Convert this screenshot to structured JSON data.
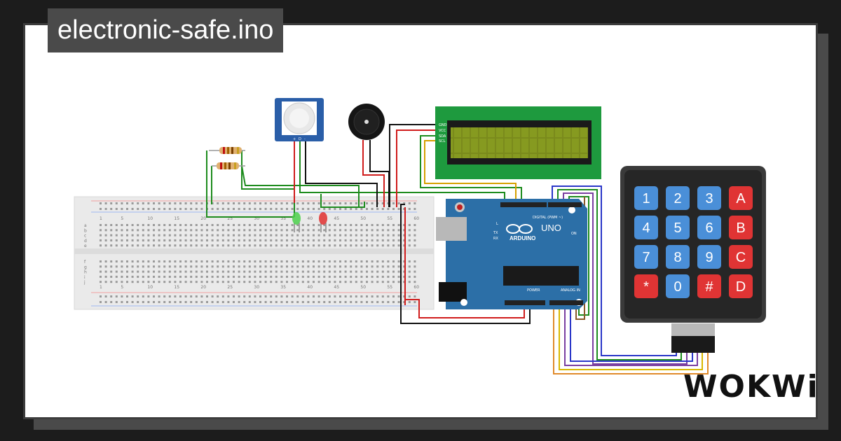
{
  "project": {
    "title": "electronic-safe.ino"
  },
  "brand": {
    "name": "WOKWi"
  },
  "keypad": {
    "keys": [
      "1",
      "2",
      "3",
      "A",
      "4",
      "5",
      "6",
      "B",
      "7",
      "8",
      "9",
      "C",
      "*",
      "0",
      "#",
      "D"
    ]
  },
  "arduino": {
    "model": "UNO",
    "brand": "ARDUINO",
    "digital_label": "DIGITAL (PWM ~)",
    "analog_label": "ANALOG IN",
    "power_label": "POWER",
    "on_label": "ON",
    "l_label": "L",
    "tx_label": "TX",
    "rx_label": "RX"
  },
  "lcd": {
    "pins": [
      "GND",
      "VCC",
      "SDA",
      "SCL"
    ]
  },
  "pir": {
    "pins": [
      "+",
      "D",
      "-"
    ]
  },
  "breadboard": {
    "col_numbers": [
      "1",
      "5",
      "10",
      "15",
      "20",
      "25",
      "30",
      "35",
      "40",
      "45",
      "50",
      "55",
      "60"
    ],
    "rows_top": [
      "a",
      "b",
      "c",
      "d",
      "e"
    ],
    "rows_bottom": [
      "f",
      "g",
      "h",
      "i",
      "j"
    ]
  },
  "colors": {
    "wire_green": "#1e8c1e",
    "wire_red": "#d01c1c",
    "wire_black": "#111111",
    "wire_blue": "#2a36c8",
    "wire_yellow": "#d8b800",
    "wire_orange": "#e08a2a",
    "wire_purple": "#7a3fa0",
    "arduino_blue": "#2c6fa7",
    "lcd_green": "#1e9a3e",
    "key_blue": "#4a8fd8",
    "key_red": "#e03434"
  }
}
